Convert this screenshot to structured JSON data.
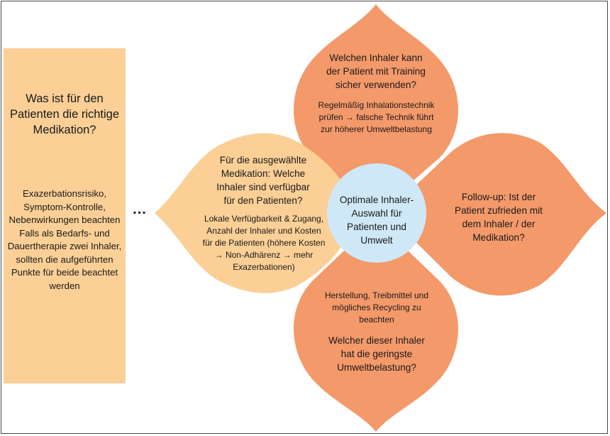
{
  "left_panel": {
    "question": "Was ist für den Patienten die richtige Medikation?",
    "details": "Exazerbationsrisiko, Symptom-Kontrolle, Nebenwirkungen beachten\nFalls als Bedarfs- und Dauertherapie zwei Inhaler, sollten die aufgeführten Punkte für beide beachtet werden"
  },
  "ellipsis": "...",
  "center": "Optimale Inhaler-Auswahl für Patienten und Umwelt",
  "petal_top": {
    "question": "Welchen Inhaler kann der Patient mit Training sicher verwenden?",
    "note": "Regelmäßig Inhalationstechnik prüfen → falsche Technik führt zur höherer Umweltbelastung"
  },
  "petal_left": {
    "question": "Für die ausgewählte Medikation: Welche Inhaler sind verfügbar für den Patienten?",
    "note": "Lokale Verfügbarkeit & Zugang, Anzahl der Inhaler und Kosten für die Patienten (höhere Kosten → Non-Adhärenz → mehr Exazerbationen)"
  },
  "petal_right": {
    "question": "Follow-up: Ist der Patient zufrieden mit dem Inhaler / der Medikation?"
  },
  "petal_bottom": {
    "note": "Herstellung, Treibmittel und mögliches Recycling zu beachten",
    "question": "Welcher dieser Inhaler hat die geringste Umweltbelastung?"
  },
  "colors": {
    "left_panel": "#fbcf96",
    "petal_dark": "#f4996a",
    "petal_light": "#fbcf96",
    "center": "#cfe8f7",
    "border": "#4a4a4a"
  }
}
